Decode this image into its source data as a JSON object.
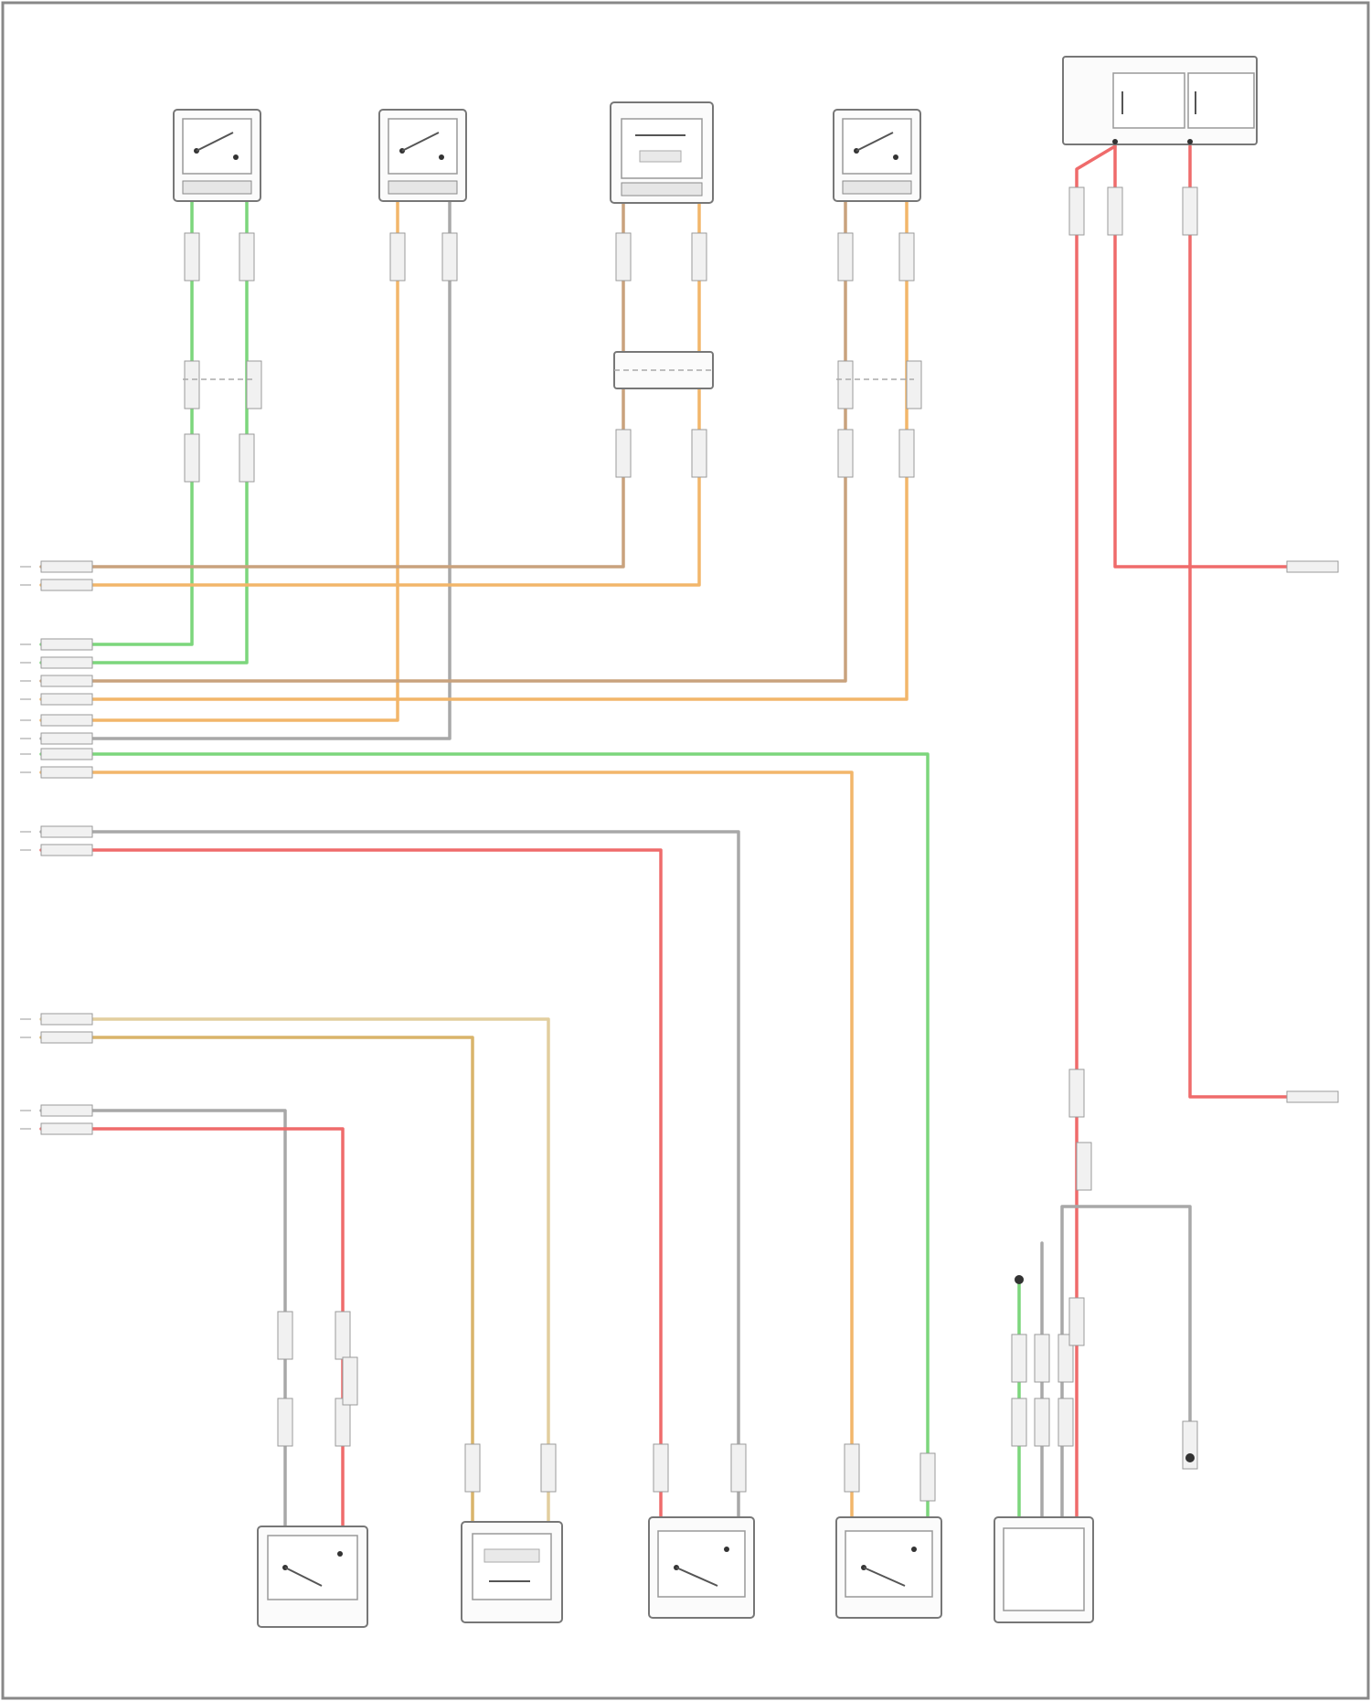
{
  "diagram": {
    "colors": {
      "green": "#7cd67c",
      "orange": "#f2b66a",
      "light_orange": "#f5cf8f",
      "tan": "#c9a27d",
      "gray": "#a8a8a8",
      "red": "#ef6b6b",
      "pale_tan": "#e2ce9e"
    },
    "footer": "",
    "components": [
      {
        "id": "comp-left-front-door-sensor",
        "kind": "switch",
        "label": ""
      },
      {
        "id": "comp-left-front-sensor-2",
        "kind": "switch",
        "label": ""
      },
      {
        "id": "comp-right-front-belt-module",
        "kind": "module",
        "label": ""
      },
      {
        "id": "comp-right-front-door-sensor",
        "kind": "switch",
        "label": ""
      },
      {
        "id": "comp-fuse-block",
        "kind": "fuse",
        "label": ""
      },
      {
        "id": "comp-passenger-seat-switch",
        "kind": "switch",
        "label": ""
      },
      {
        "id": "comp-belt-module-bottom",
        "kind": "module",
        "label": ""
      },
      {
        "id": "comp-right-rear-sensor",
        "kind": "switch",
        "label": ""
      },
      {
        "id": "comp-right-front-impact-sensor",
        "kind": "switch",
        "label": ""
      },
      {
        "id": "comp-presence-module",
        "kind": "module",
        "label": ""
      },
      {
        "id": "comp-ground-point",
        "kind": "ground",
        "label": ""
      }
    ]
  }
}
